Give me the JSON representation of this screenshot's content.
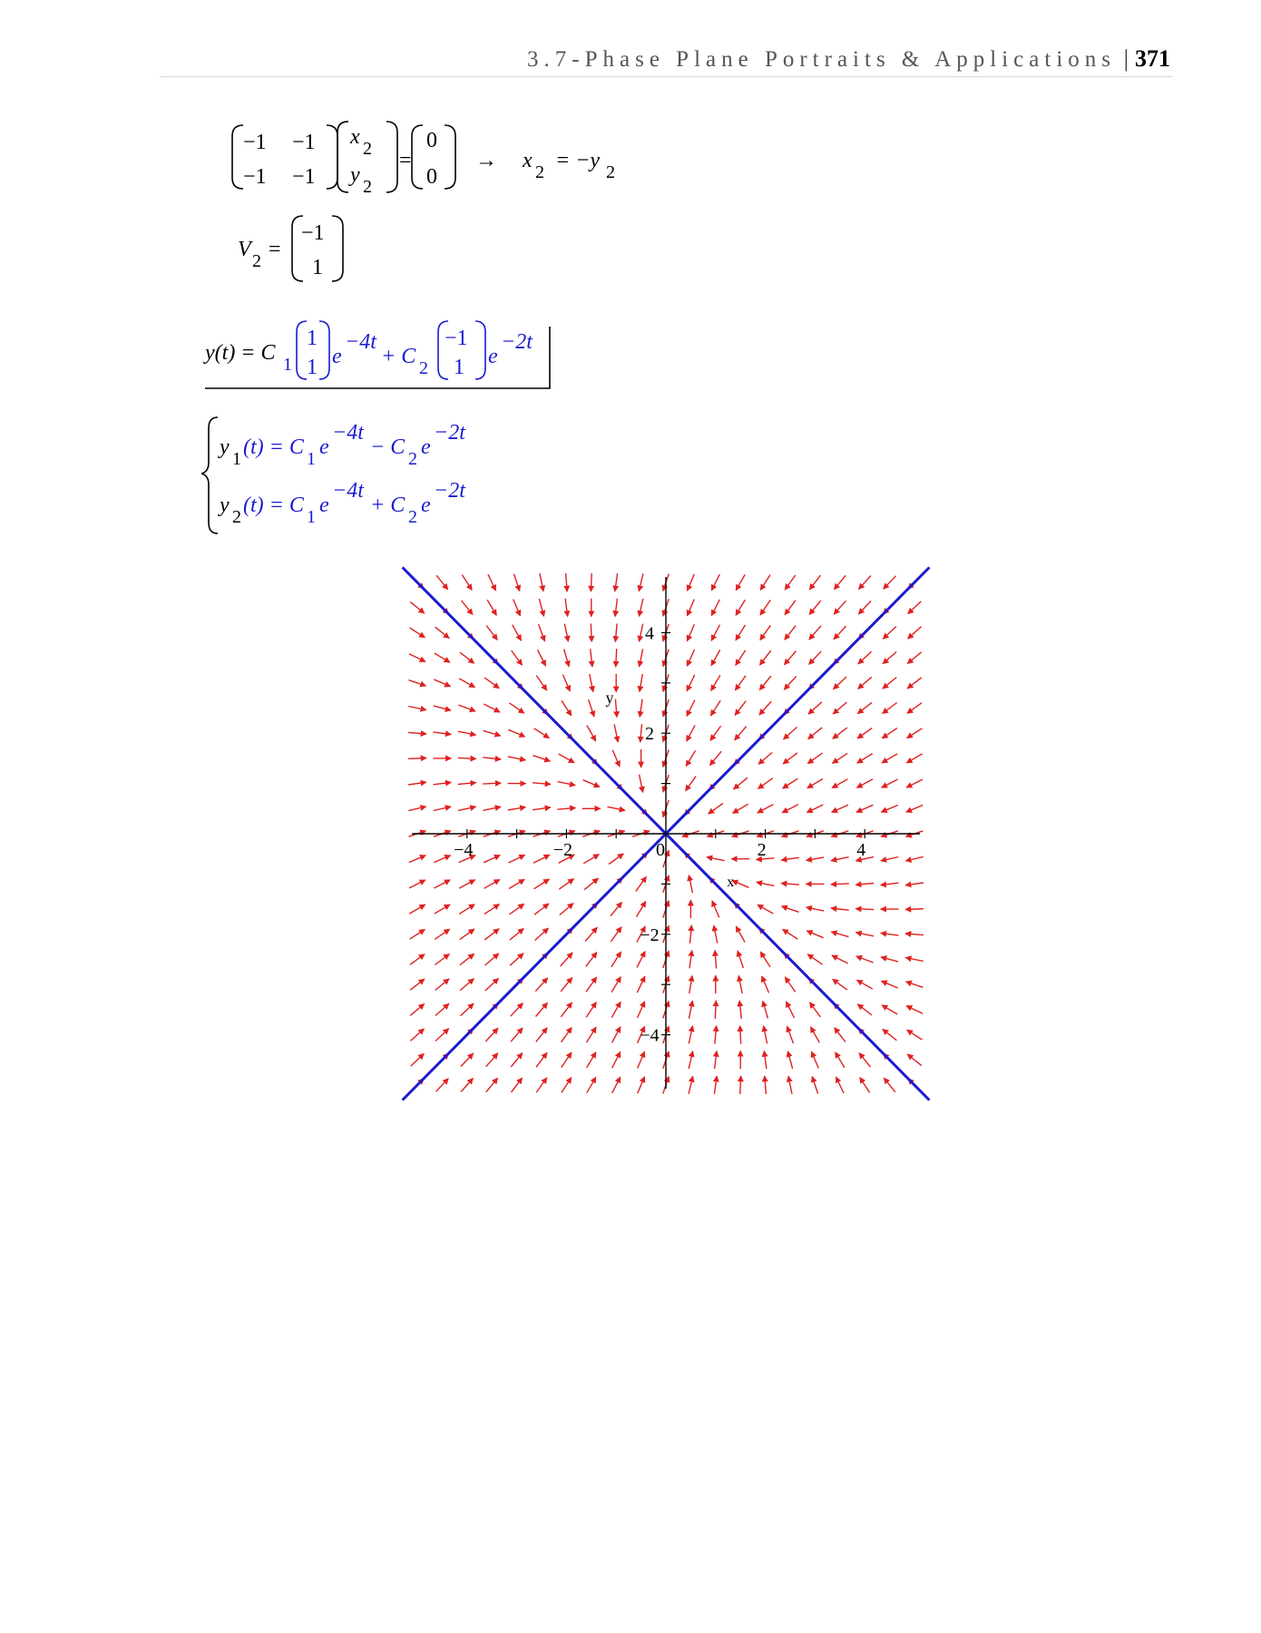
{
  "header": {
    "running_title": "3.7-Phase Plane Portraits & Applications",
    "separator": "|",
    "page_number": "371"
  },
  "equations": {
    "matrix": {
      "r1c1": "−1",
      "r1c2": "−1",
      "r2c1": "−1",
      "r2c2": "−1"
    },
    "vector_x": "x",
    "vector_y": "y",
    "sub2": "2",
    "sub1": "1",
    "equals": "=",
    "zero": "0",
    "arrow": "→",
    "rel_lhs": "x",
    "rel_rhs": "= −y",
    "v2_label": "V",
    "v2_top": "−1",
    "v2_bottom": "1",
    "sol_lhs": "y(t) = C",
    "one": "1",
    "minus_one": "−1",
    "e": "e",
    "exp1": "−4t",
    "exp2": "−2t",
    "plus_c": "+ C",
    "minus_c": "− C",
    "y1_lhs": "y",
    "y2_lhs": "y",
    "t_eq_c": "(t) = C"
  },
  "chart_data": {
    "type": "direction_field",
    "system": {
      "dx": "-3x - y",
      "dy": "-x - 3y"
    },
    "xlabel": "x",
    "ylabel": "y",
    "xlim": [
      -5,
      5
    ],
    "ylim": [
      -5,
      5
    ],
    "xticks": [
      "-4",
      "-2",
      "0",
      "2",
      "4"
    ],
    "yticks": [
      "4",
      "2",
      "-2",
      "-4"
    ],
    "grid_step": 0.5,
    "eigenlines": [
      {
        "direction": [
          1,
          1
        ],
        "eigenvalue": -4
      },
      {
        "direction": [
          -1,
          1
        ],
        "eigenvalue": -2
      }
    ],
    "colors": {
      "arrows": "#e02020",
      "eigenlines": "#1a1ad0",
      "axes": "#000000"
    }
  }
}
